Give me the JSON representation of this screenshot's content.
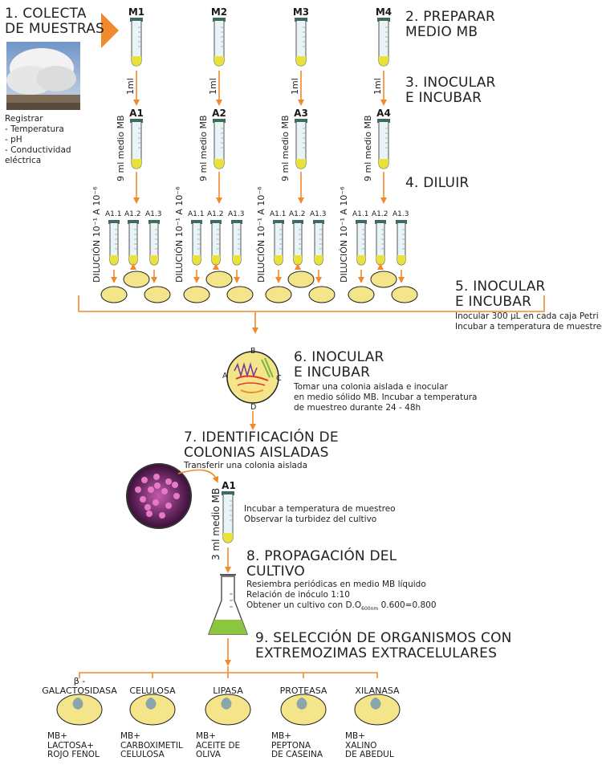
{
  "steps": {
    "s1": [
      "1. COLECTA",
      "DE MUESTRAS"
    ],
    "s2": [
      "2. PREPARAR",
      "MEDIO MB"
    ],
    "s3": [
      "3. INOCULAR",
      "E INCUBAR"
    ],
    "s4": "4. DILUIR",
    "s5": [
      "5. INOCULAR",
      "E INCUBAR"
    ],
    "s5_notes": [
      "Inocular 300 µL en cada caja Petri",
      "Incubar a temperatura de muestreo"
    ],
    "s6": [
      "6. INOCULAR",
      "E INCUBAR"
    ],
    "s6_notes": [
      "Tomar una colonia aislada e inocular",
      "en medio sólido MB. Incubar a temperatura",
      "de muestreo durante 24 - 48h"
    ],
    "s7": [
      "7. IDENTIFICACIÓN DE",
      "COLONIAS AISLADAS"
    ],
    "s7_note": "Transferir una colonia aislada",
    "s7_incubate": [
      "Incubar a temperatura de muestreo",
      "Observar la turbidez del cultivo"
    ],
    "s8": [
      "8. PROPAGACIÓN DEL",
      "CULTIVO"
    ],
    "s8_notes": [
      "Resiembra periódicas en medio MB líquido",
      "Relación de inóculo 1:10",
      "Obtener un cultivo con D.O",
      "600nm",
      " 0.600=0.800"
    ],
    "s9": [
      "9. SELECCIÓN DE ORGANISMOS CON",
      "EXTREMOZIMAS EXTRACELULARES"
    ]
  },
  "register": [
    "Registrar",
    "- Temperatura",
    "- pH",
    "- Conductividad",
    "eléctrica"
  ],
  "samples": [
    "M1",
    "M2",
    "M3",
    "M4"
  ],
  "inoculum": "1ml",
  "cultures": [
    "A1",
    "A2",
    "A3",
    "A4"
  ],
  "medium": "9 ml medio MB",
  "dilution": "DILUCIÓN 10⁻¹ A 10⁻⁶",
  "sub_tubes": [
    "A1.1",
    "A1.2",
    "A1.3"
  ],
  "petri_quadrants": [
    "A",
    "B",
    "C",
    "D"
  ],
  "isolate_tube": "A1",
  "isolate_medium": "3 ml medio MB",
  "enzymes": [
    {
      "name": [
        "β -",
        "GALACTOSIDASA"
      ],
      "medium": [
        "MB+",
        "LACTOSA+",
        "ROJO FENOL"
      ]
    },
    {
      "name": [
        "",
        "CELULOSA"
      ],
      "medium": [
        "MB+",
        "CARBOXIMETIL",
        "CELULOSA"
      ]
    },
    {
      "name": [
        "",
        "LIPASA"
      ],
      "medium": [
        "MB+",
        "ACEITE DE",
        "OLIVA"
      ]
    },
    {
      "name": [
        "",
        "PROTEASA"
      ],
      "medium": [
        "MB+",
        "PEPTONA",
        "DE CASEINA"
      ]
    },
    {
      "name": [
        "",
        "XILANASA"
      ],
      "medium": [
        "MB+",
        "XALINO",
        "DE ABEDUL"
      ]
    }
  ],
  "colors": {
    "orange": "#f08a2c",
    "tube_fill": "#e8e23a",
    "plate": "#f4e58a",
    "flask_fill": "#8cc63f",
    "colony_purple": "#9b3a8c"
  }
}
